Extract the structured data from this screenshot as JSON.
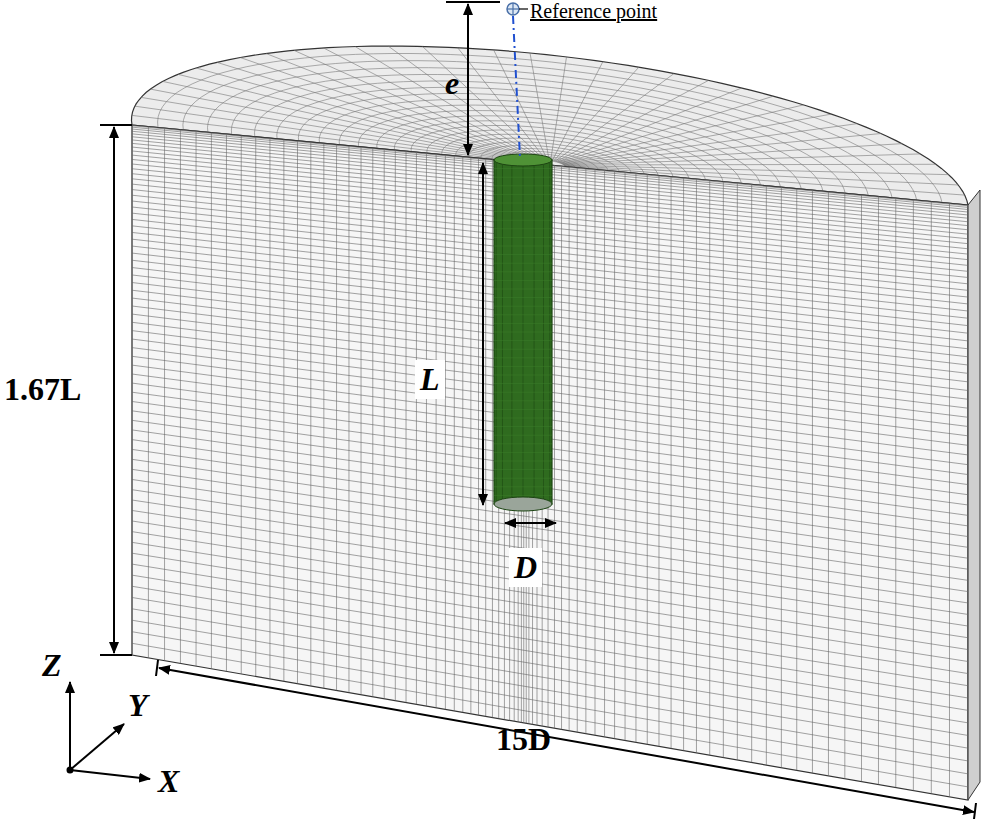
{
  "diagram": {
    "labels": [
      "Reference point",
      "e",
      "L",
      "D",
      "1.67L",
      "15D",
      "Z",
      "Y",
      "X"
    ]
  }
}
